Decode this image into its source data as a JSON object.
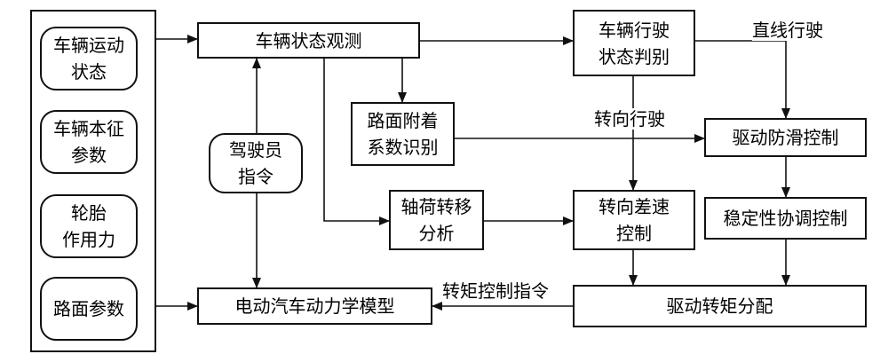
{
  "left_inputs": [
    "车辆运动\n状态",
    "车辆本征\n参数",
    "轮胎\n作用力",
    "路面参数"
  ],
  "driver_command": "驾驶员\n指令",
  "nodes": {
    "state_observation": "车辆状态观测",
    "driving_state": "车辆行驶\n状态判别",
    "road_adhesion": "路面附着\n系数识别",
    "load_transfer": "轴荷转移\n分析",
    "steering_diff": "转向差速\n控制",
    "anti_slip": "驱动防滑控制",
    "stability": "稳定性协调控制",
    "torque_dist": "驱动转矩分配",
    "ev_model": "电动汽车动力学模型"
  },
  "edge_labels": {
    "straight": "直线行驶",
    "turning": "转向行驶",
    "torque_cmd": "转矩控制指令"
  }
}
